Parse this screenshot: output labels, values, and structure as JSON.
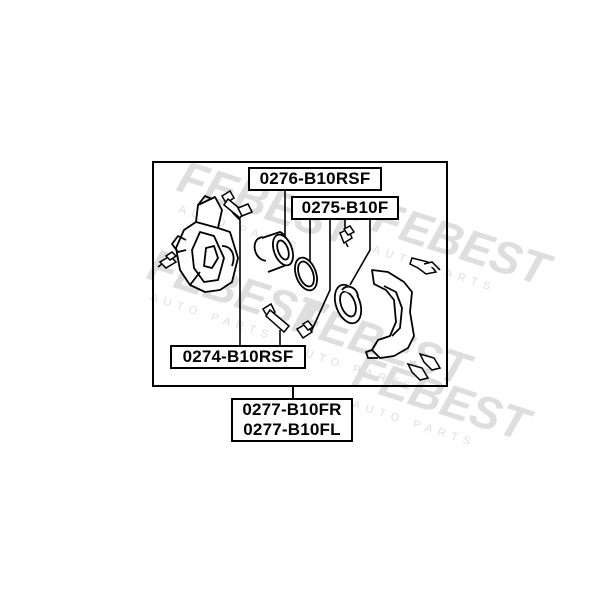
{
  "labels": {
    "piston_kit": "0276-B10RSF",
    "seal_kit": "0275-B10F",
    "guide_pin_kit": "0274-B10RSF",
    "caliper_assembly": [
      "0277-B10FR",
      "0277-B10FL"
    ]
  },
  "watermark": {
    "brand": "FEBEST",
    "subtitle": "AUTO PARTS"
  },
  "colors": {
    "line": "#000000",
    "watermark": "#d9d9d9",
    "background": "#ffffff"
  }
}
